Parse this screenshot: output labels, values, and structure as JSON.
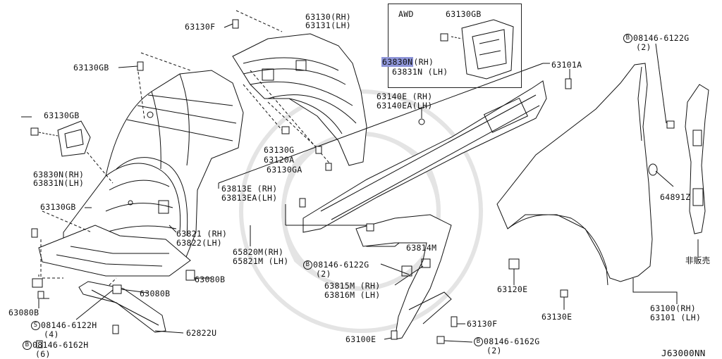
{
  "diagram": {
    "awd_title": "AWD",
    "drawing_number": "J63000NN",
    "labels": {
      "p63130F_top": "63130F",
      "p63130_rh": "63130(RH)",
      "p63131_lh": "63131(LH)",
      "awd_63130GB": "63130GB",
      "awd_63830N_rh_code": "63830N",
      "awd_63830N_rh_side": "(RH)",
      "awd_63831N_lh": "63831N (LH)",
      "p63130GB_a": "63130GB",
      "p63130GB_b": "63130GB",
      "p63830N_rh": "63830N(RH)",
      "p63831N_lh": "63831N(LH)",
      "p63130GB_c": "63130GB",
      "p63130G": "63130G",
      "p63120A": "63120A",
      "p63130GA": "63130GA",
      "p63140E_rh": "63140E (RH)",
      "p63140EA_lh": "63140EA(LH)",
      "p63101A": "63101A",
      "b08146_6122G_top_code": "08146-6122G",
      "b08146_6122G_top_qty": "(2)",
      "p64891Z": "64891Z",
      "p63813E_rh": "63813E (RH)",
      "p63813EA_lh": "63813EA(LH)",
      "p63821_rh": "63821 (RH)",
      "p63822_lh": "63822(LH)",
      "p65820M_rh": "65820M(RH)",
      "p65821M_lh": "65821M (LH)",
      "b08146_6122G_mid_code": "08146-6122G",
      "b08146_6122G_mid_qty": "(2)",
      "p63814M": "63814M",
      "p63815M_rh": "63815M (RH)",
      "p63816M_lh": "63816M (LH)",
      "p63120E": "63120E",
      "p63130E": "63130E",
      "p63080B_a": "63080B",
      "p63080B_b": "63080B",
      "p63080B_c": "63080B",
      "s08146_6122H_code": "08146-6122H",
      "s08146_6122H_qty": "(4)",
      "b08146_6162H_code": "08146-6162H",
      "b08146_6162H_qty": "(6)",
      "p62822U": "62822U",
      "p63130F_bottom": "63130F",
      "p63100E": "63100E",
      "b08146_6162G_code": "08146-6162G",
      "b08146_6162G_qty": "(2)",
      "p63100_rh": "63100(RH)",
      "p63101_lh": "63101 (LH)",
      "not_for_sale": "非販売",
      "circle_b": "B",
      "circle_s": "S"
    }
  }
}
